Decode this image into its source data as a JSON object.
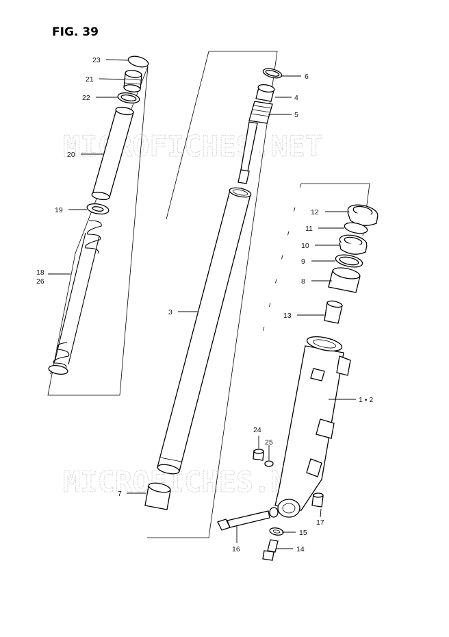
{
  "figure_title": "FIG. 39",
  "watermark": "MICROFICHES.NET",
  "callouts": [
    {
      "id": "c23",
      "text": "23"
    },
    {
      "id": "c21",
      "text": "21"
    },
    {
      "id": "c22",
      "text": "22"
    },
    {
      "id": "c20",
      "text": "20"
    },
    {
      "id": "c19",
      "text": "19"
    },
    {
      "id": "c18",
      "text": "18"
    },
    {
      "id": "c26",
      "text": "26"
    },
    {
      "id": "c6",
      "text": "6"
    },
    {
      "id": "c4",
      "text": "4"
    },
    {
      "id": "c5",
      "text": "5"
    },
    {
      "id": "c3",
      "text": "3"
    },
    {
      "id": "c7",
      "text": "7"
    },
    {
      "id": "c12",
      "text": "12"
    },
    {
      "id": "c11",
      "text": "11"
    },
    {
      "id": "c10",
      "text": "10"
    },
    {
      "id": "c9",
      "text": "9"
    },
    {
      "id": "c8",
      "text": "8"
    },
    {
      "id": "c13",
      "text": "13"
    },
    {
      "id": "c1_2",
      "text": "1 • 2"
    },
    {
      "id": "c24",
      "text": "24"
    },
    {
      "id": "c25",
      "text": "25"
    },
    {
      "id": "c17",
      "text": "17"
    },
    {
      "id": "c15",
      "text": "15"
    },
    {
      "id": "c16",
      "text": "16"
    },
    {
      "id": "c14",
      "text": "14"
    }
  ]
}
